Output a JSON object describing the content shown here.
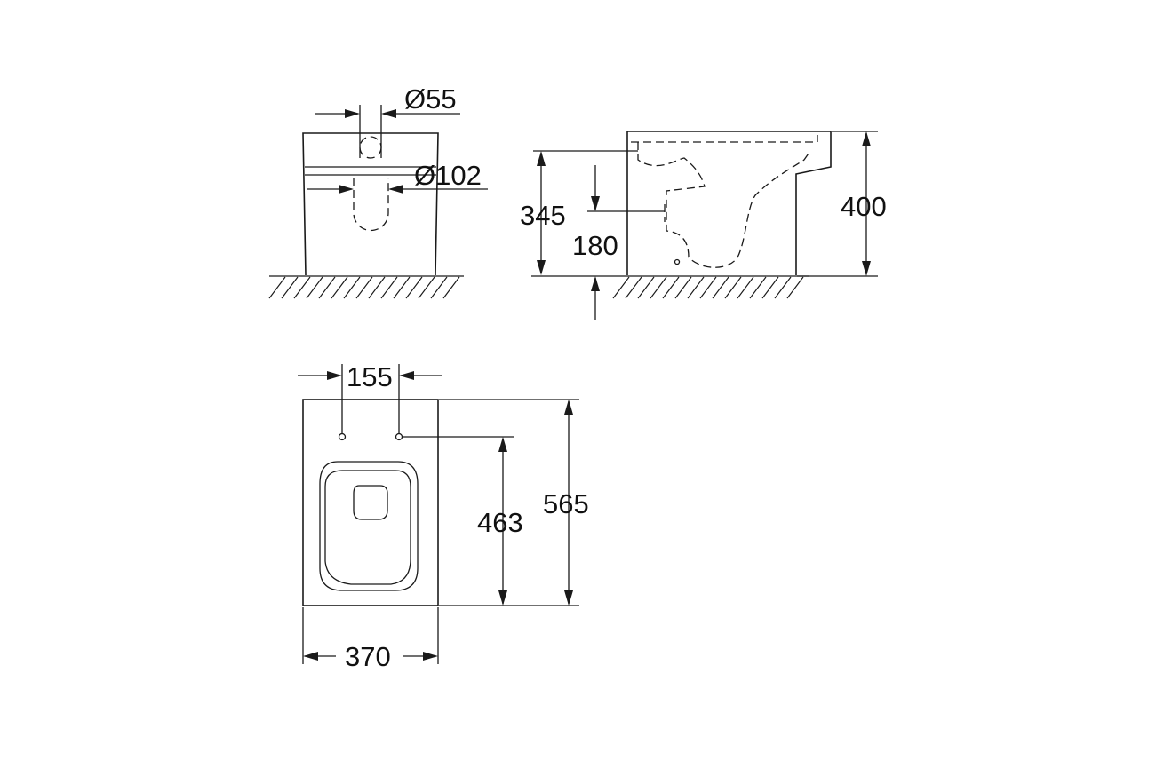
{
  "colors": {
    "line": "#1a1a1a",
    "background": "#ffffff"
  },
  "front_view": {
    "dim_drain_diameter": "Ø55",
    "dim_outlet_diameter": "Ø102"
  },
  "side_view": {
    "dim_inlet_height": "345",
    "dim_outlet_height": "180",
    "dim_total_height": "400"
  },
  "top_view": {
    "dim_fixing_spacing": "155",
    "dim_fixing_to_front": "463",
    "dim_total_length": "565",
    "dim_total_width": "370"
  }
}
